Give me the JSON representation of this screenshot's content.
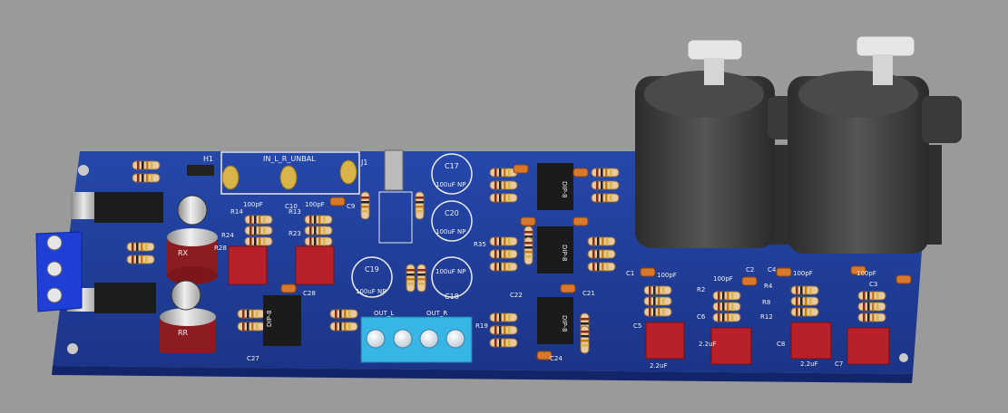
{
  "scene": "pcb-3d-render",
  "colors": {
    "background": "#9a9a9a",
    "pcb": "#1f3f9a",
    "silkscreen": "#f2f2f2",
    "connector_body": "#3b3b3b",
    "film_cap": "#b8202a",
    "terminal_blue": "#1e73d9",
    "terminal_cyan": "#37b6e6"
  },
  "silkscreen": {
    "title": "IN_L_R_UNBAL",
    "j1": "J1",
    "h1": "H1",
    "c17": "C17",
    "c17_val": "100uF NP",
    "c20": "C20",
    "c20_val": "100uF NP",
    "c18": "C18",
    "c18_val": "100uF NP",
    "c19": "C19",
    "c19_val": "100uF NP",
    "c10": "C10",
    "c9": "C9",
    "r14": "R14",
    "r13": "R13",
    "r24": "R24",
    "r23": "R23",
    "r28": "R28",
    "c28": "C28",
    "c27": "C27",
    "c22": "C22",
    "c24": "C24",
    "c21": "C21",
    "r35": "R35",
    "r19": "R19",
    "r12": "R12",
    "r8": "R8",
    "r2": "R2",
    "r4": "R4",
    "c1": "C1",
    "c2": "C2",
    "c3": "C3",
    "c4": "C4",
    "c5": "C5",
    "c6": "C6",
    "c7": "C7",
    "c8": "C8",
    "cap_100pf": "100pF",
    "cap_22uf": "2.2uF",
    "ic_label": "DIP-8",
    "out_l": "OUT_L",
    "out_r": "OUT_R",
    "rr": "RR",
    "rx": "RX"
  }
}
